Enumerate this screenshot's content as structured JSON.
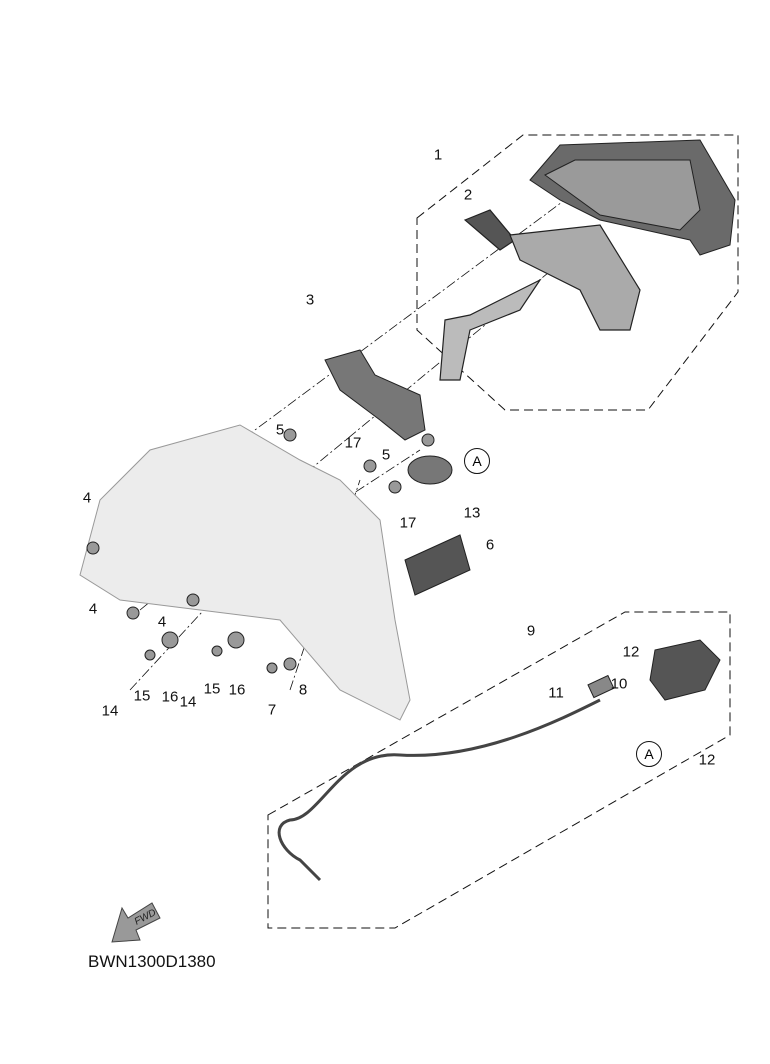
{
  "diagram_code": "BWN1300D1380",
  "fwd_arrow_label": "FWD",
  "callouts": [
    "1",
    "2",
    "3",
    "4",
    "4",
    "4",
    "5",
    "5",
    "6",
    "7",
    "8",
    "9",
    "10",
    "11",
    "12",
    "12",
    "13",
    "14",
    "14",
    "15",
    "15",
    "16",
    "16",
    "17",
    "17"
  ],
  "reference_marks": [
    "A",
    "A"
  ],
  "colors": {
    "line": "#111111",
    "part_dark": "#555555",
    "part_light": "#e8e8e8"
  }
}
